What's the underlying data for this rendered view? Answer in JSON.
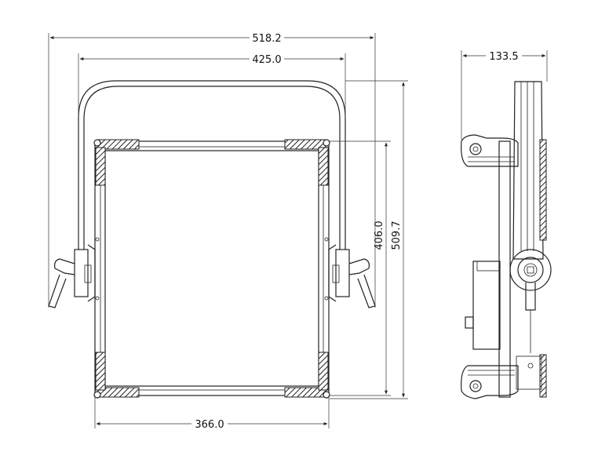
{
  "dimensions": {
    "overall_width": "518.2",
    "yoke_width": "425.0",
    "panel_width": "366.0",
    "panel_height": "406.0",
    "overall_height": "509.7",
    "depth": "133.5"
  },
  "colors": {
    "line": "#222222",
    "background": "#ffffff"
  }
}
